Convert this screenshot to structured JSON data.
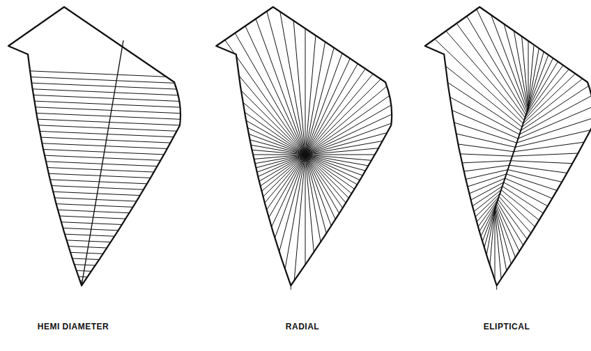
{
  "diagram": {
    "labels": [
      "HEMI DIAMETER",
      "RADIAL",
      "ELIPTICAL"
    ]
  }
}
